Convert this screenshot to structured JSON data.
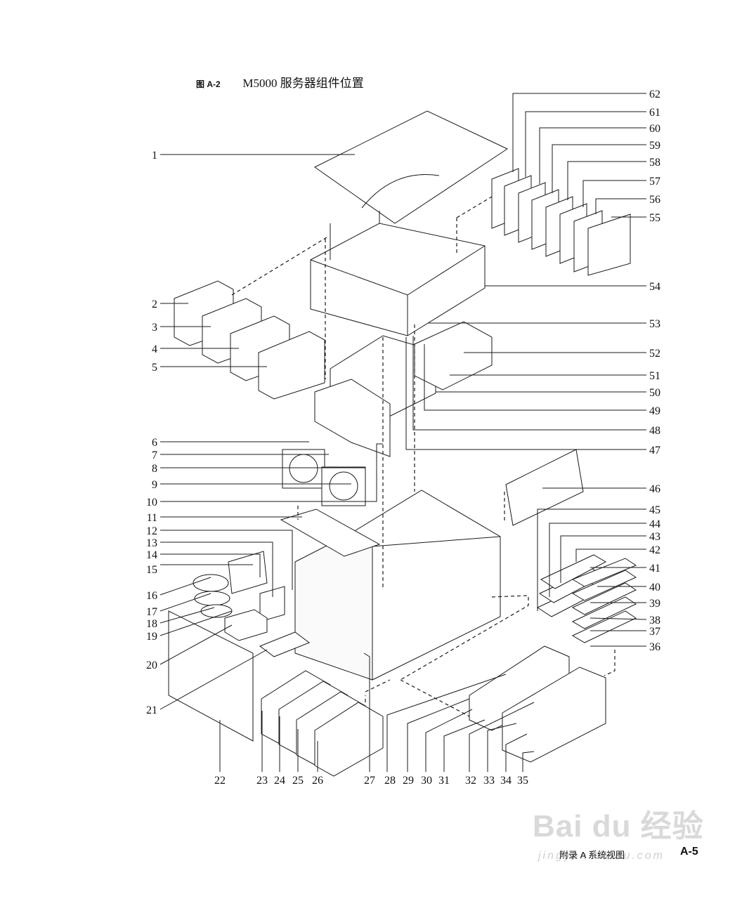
{
  "figure": {
    "number": "图 A-2",
    "title": "M5000 服务器组件位置"
  },
  "callout_labels": [
    "1",
    "2",
    "3",
    "4",
    "5",
    "6",
    "7",
    "8",
    "9",
    "10",
    "11",
    "12",
    "13",
    "14",
    "15",
    "16",
    "17",
    "18",
    "19",
    "20",
    "21",
    "22",
    "23",
    "24",
    "25",
    "26",
    "27",
    "28",
    "29",
    "30",
    "31",
    "32",
    "33",
    "34",
    "35",
    "36",
    "37",
    "38",
    "39",
    "40",
    "41",
    "42",
    "43",
    "44",
    "45",
    "46",
    "47",
    "48",
    "49",
    "50",
    "51",
    "52",
    "53",
    "54",
    "55",
    "56",
    "57",
    "58",
    "59",
    "60",
    "61",
    "62"
  ],
  "footer": {
    "section": "附录 A   系统视图",
    "page": "A-5"
  },
  "watermark": {
    "logo_text": "Bai du 经验",
    "url": "jingyan.baidu.com"
  },
  "colors": {
    "ink": "#111111",
    "line": "#1a1a1a",
    "watermark": "#d9d9d9"
  }
}
